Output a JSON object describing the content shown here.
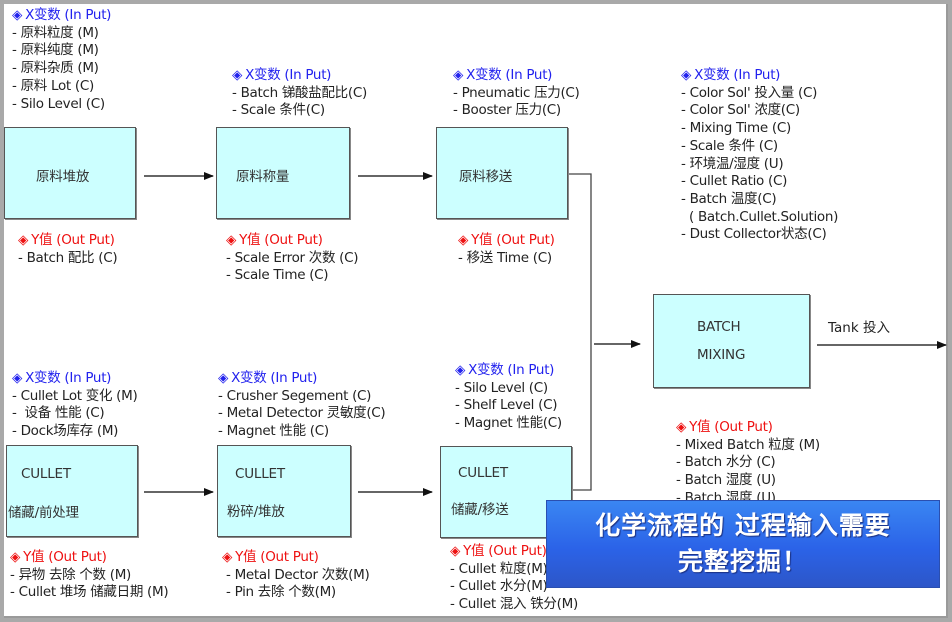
{
  "colors": {
    "input_header": "#2222ee",
    "output_header": "#ee1111",
    "box_fill": "#ccffff",
    "banner_fill": "#2b63e8"
  },
  "icons": {
    "bullet": "◈"
  },
  "steps": {
    "raw_pile": {
      "label": "原料堆放",
      "inputs_header": "X变数 (In Put)",
      "inputs": [
        "- 原料粒度 (M)",
        "- 原料纯度 (M)",
        "- 原料杂质 (M)",
        "- 原料 Lot (C)",
        "- Silo Level (C)"
      ],
      "outputs_header": "Y值 (Out Put)",
      "outputs": [
        "- Batch 配比 (C)"
      ]
    },
    "raw_weigh": {
      "label": "原料称量",
      "inputs_header": "X变数 (In Put)",
      "inputs": [
        "- Batch 锑酸盐配比(C)",
        "- Scale 条件(C)"
      ],
      "outputs_header": "Y值 (Out Put)",
      "outputs": [
        "- Scale Error 次数 (C)",
        "- Scale Time (C)"
      ]
    },
    "raw_transfer": {
      "label": "原料移送",
      "inputs_header": "X变数 (In Put)",
      "inputs": [
        "- Pneumatic 压力(C)",
        "- Booster 压力(C)"
      ],
      "outputs_header": "Y值 (Out Put)",
      "outputs": [
        "- 移送 Time (C)"
      ]
    },
    "batch_mixing": {
      "label_line1": "BATCH",
      "label_line2": "MIXING",
      "inputs_header": "X变数 (In Put)",
      "inputs": [
        "- Color Sol' 投入量 (C)",
        "- Color Sol' 浓度(C)",
        "- Mixing Time (C)",
        "- Scale 条件 (C)",
        "- 环境温/湿度 (U)",
        "- Cullet Ratio (C)",
        "- Batch 温度(C)",
        "  ( Batch.Cullet.Solution)",
        "- Dust Collector状态(C)"
      ],
      "outputs_header": "Y值 (Out Put)",
      "outputs": [
        "- Mixed Batch 粒度 (M)",
        "- Batch 水分 (C)",
        "- Batch 湿度 (U)",
        "- Batch 湿度 (U)"
      ]
    },
    "cullet_store": {
      "label_line1": "CULLET",
      "label_line2": "储藏/前处理",
      "inputs_header": "X变数 (In Put)",
      "inputs": [
        "- Cullet Lot 变化 (M)",
        "-  设备 性能 (C)",
        "- Dock场库存 (M)"
      ],
      "outputs_header": "Y值 (Out Put)",
      "outputs": [
        "- 异物 去除 个数 (M)",
        "- Cullet 堆场 储藏日期 (M)"
      ]
    },
    "cullet_crush": {
      "label_line1": "CULLET",
      "label_line2": "粉碎/堆放",
      "inputs_header": "X变数 (In Put)",
      "inputs": [
        "- Crusher Segement (C)",
        "- Metal Detector 灵敏度(C)",
        "- Magnet 性能 (C)"
      ],
      "outputs_header": "Y值 (Out Put)",
      "outputs": [
        "- Metal Dector 次数(M)",
        "- Pin 去除 个数(M)"
      ]
    },
    "cullet_transfer": {
      "label_line1": "CULLET",
      "label_line2": "储藏/移送",
      "inputs_header": "X变数 (In Put)",
      "inputs": [
        "- Silo Level (C)",
        "- Shelf Level (C)",
        "- Magnet 性能(C)"
      ],
      "outputs_header": "Y值 (Out Put)",
      "outputs": [
        "- Cullet 粒度(M)",
        "- Cullet 水分(M)",
        "- Cullet  混入 铁分(M)"
      ]
    }
  },
  "tank_label": "Tank 投入",
  "banner": {
    "line1": "化学流程的 过程输入需要",
    "line2": "完整挖掘！"
  }
}
